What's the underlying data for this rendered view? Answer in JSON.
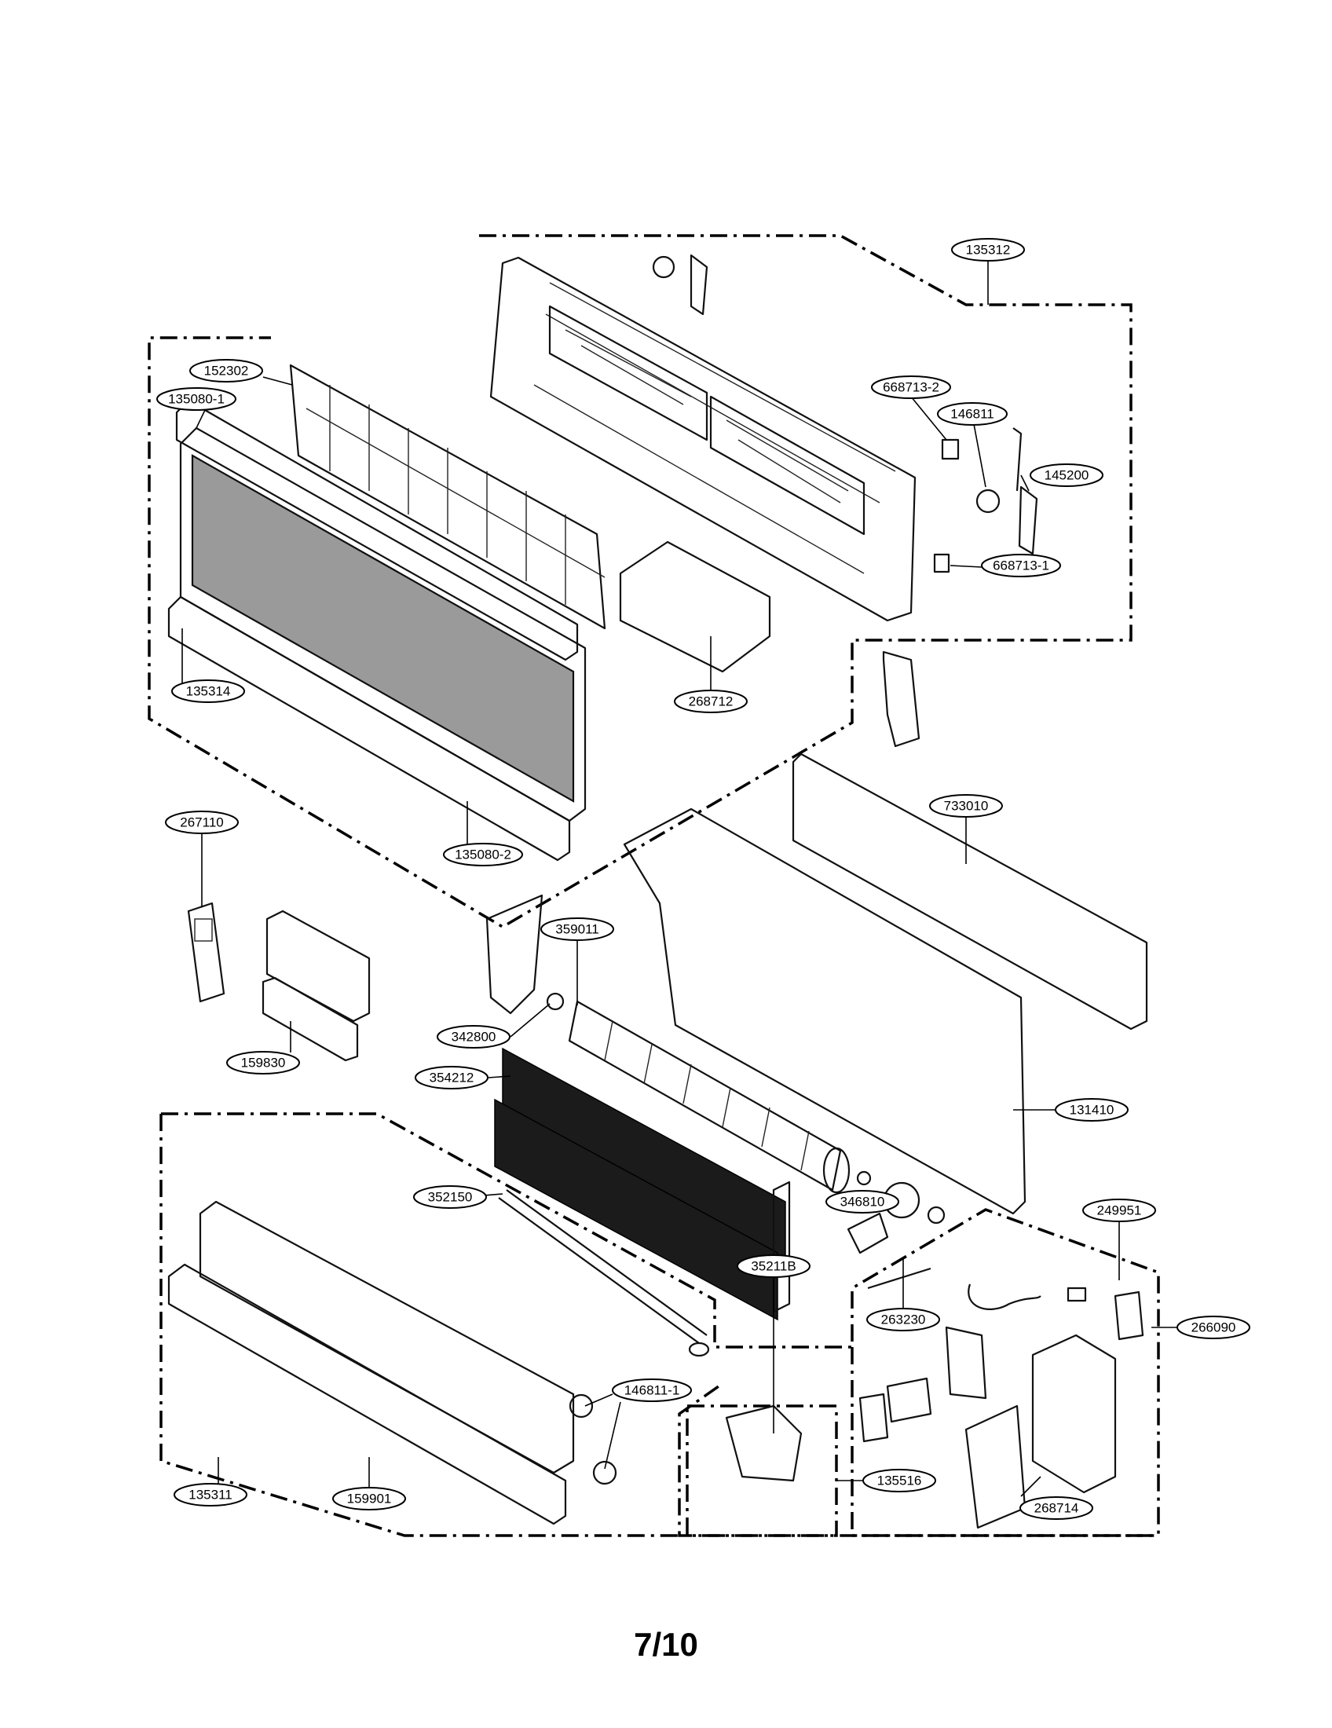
{
  "page": {
    "number": "7/10"
  },
  "part_labels": [
    {
      "id": "p135312",
      "text": "135312"
    },
    {
      "id": "p152302",
      "text": "152302"
    },
    {
      "id": "p135080_1",
      "text": "135080-1"
    },
    {
      "id": "p668713_2",
      "text": "668713-2"
    },
    {
      "id": "p146811",
      "text": "146811"
    },
    {
      "id": "p145200",
      "text": "145200"
    },
    {
      "id": "p668713_1",
      "text": "668713-1"
    },
    {
      "id": "p268712",
      "text": "268712"
    },
    {
      "id": "p135314",
      "text": "135314"
    },
    {
      "id": "p135080_2",
      "text": "135080-2"
    },
    {
      "id": "p733010",
      "text": "733010"
    },
    {
      "id": "p267110",
      "text": "267110"
    },
    {
      "id": "p359011",
      "text": "359011"
    },
    {
      "id": "p342800",
      "text": "342800"
    },
    {
      "id": "p159830",
      "text": "159830"
    },
    {
      "id": "p354212",
      "text": "354212"
    },
    {
      "id": "p131410",
      "text": "131410"
    },
    {
      "id": "p249951",
      "text": "249951"
    },
    {
      "id": "p352150",
      "text": "352150"
    },
    {
      "id": "p346810",
      "text": "346810"
    },
    {
      "id": "p352118",
      "text": "35211B"
    },
    {
      "id": "p263230",
      "text": "263230"
    },
    {
      "id": "p266090",
      "text": "266090"
    },
    {
      "id": "p146811_1",
      "text": "146811-1"
    },
    {
      "id": "p135516",
      "text": "135516"
    },
    {
      "id": "p268714",
      "text": "268714"
    },
    {
      "id": "p135311",
      "text": "135311"
    },
    {
      "id": "p159901",
      "text": "159901"
    }
  ]
}
